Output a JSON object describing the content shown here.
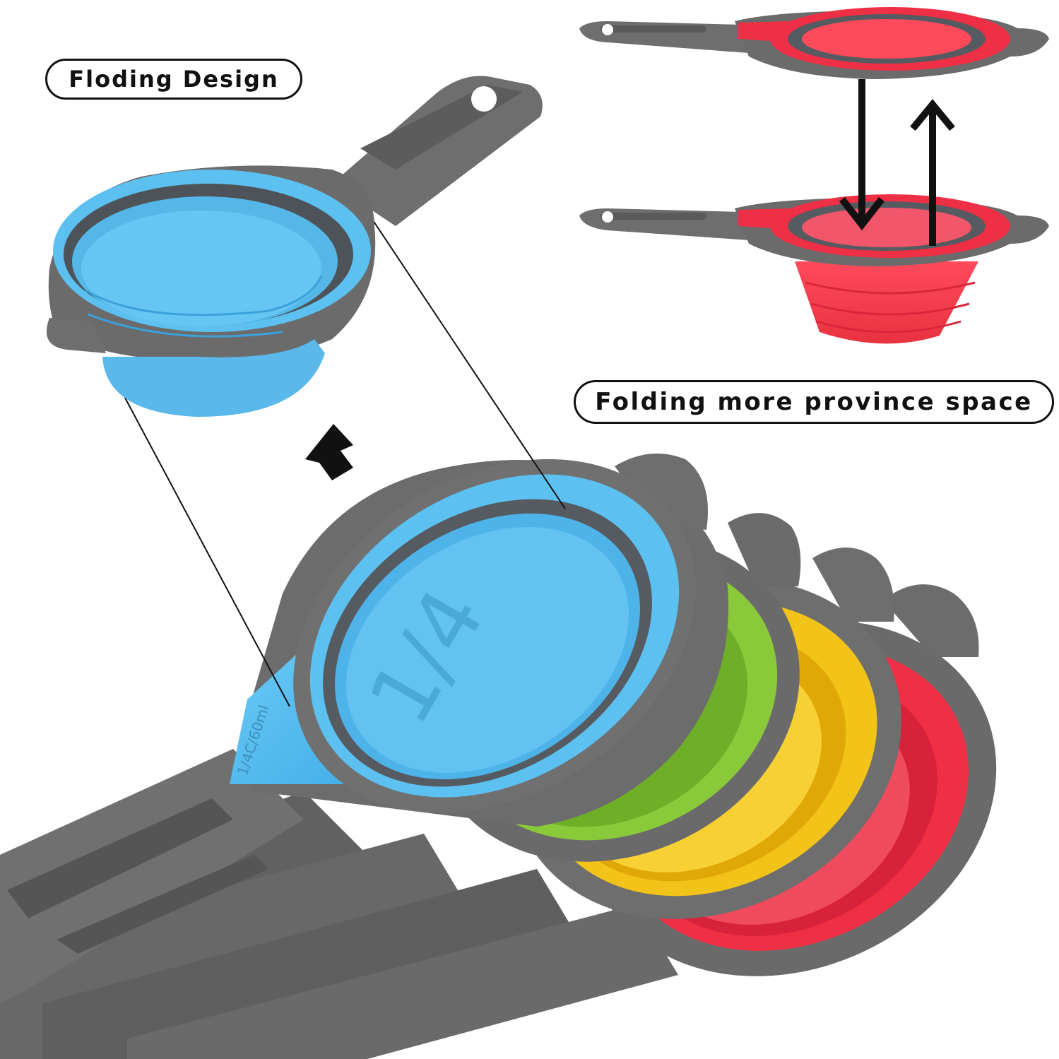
{
  "labels": {
    "folding_design": "Floding Design",
    "space_saving": "Folding more province space"
  },
  "embossed": {
    "cup_fraction": "1/4",
    "cup_capacity": "1/4C/60ml"
  },
  "colors": {
    "handle_gray": "#6e6e6e",
    "blue_cup": "#5cc0f0",
    "green_cup": "#8ac93a",
    "yellow_cup": "#f2c318",
    "red_cup": "#ee2f45",
    "pink_cup": "#f2566a"
  }
}
